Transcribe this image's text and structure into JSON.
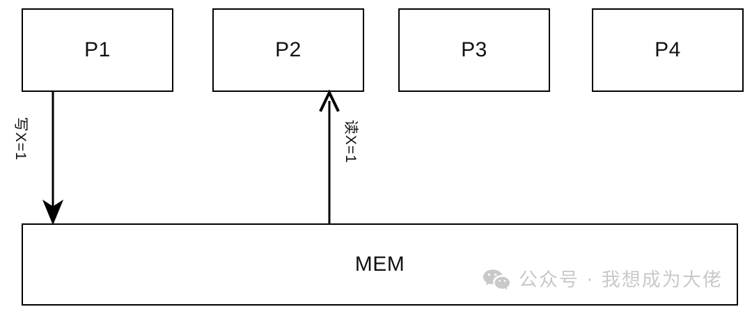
{
  "diagram": {
    "type": "memory-access-diagram",
    "background_color": "#ffffff",
    "stroke_color": "#000000",
    "processors": [
      {
        "id": "P1",
        "label": "P1"
      },
      {
        "id": "P2",
        "label": "P2"
      },
      {
        "id": "P3",
        "label": "P3"
      },
      {
        "id": "P4",
        "label": "P4"
      }
    ],
    "memory": {
      "label": "MEM"
    },
    "edges": [
      {
        "id": "write-edge",
        "from": "P1",
        "to": "MEM",
        "direction": "down",
        "arrowhead": "filled-triangle",
        "label": "写X=1"
      },
      {
        "id": "read-edge",
        "from": "MEM",
        "to": "P2",
        "direction": "up",
        "arrowhead": "open-chevron",
        "label": "读X=1"
      }
    ]
  },
  "watermark": {
    "icon": "wechat-icon",
    "text": "公众号 · 我想成为大佬",
    "color": "#c9c9c9"
  }
}
